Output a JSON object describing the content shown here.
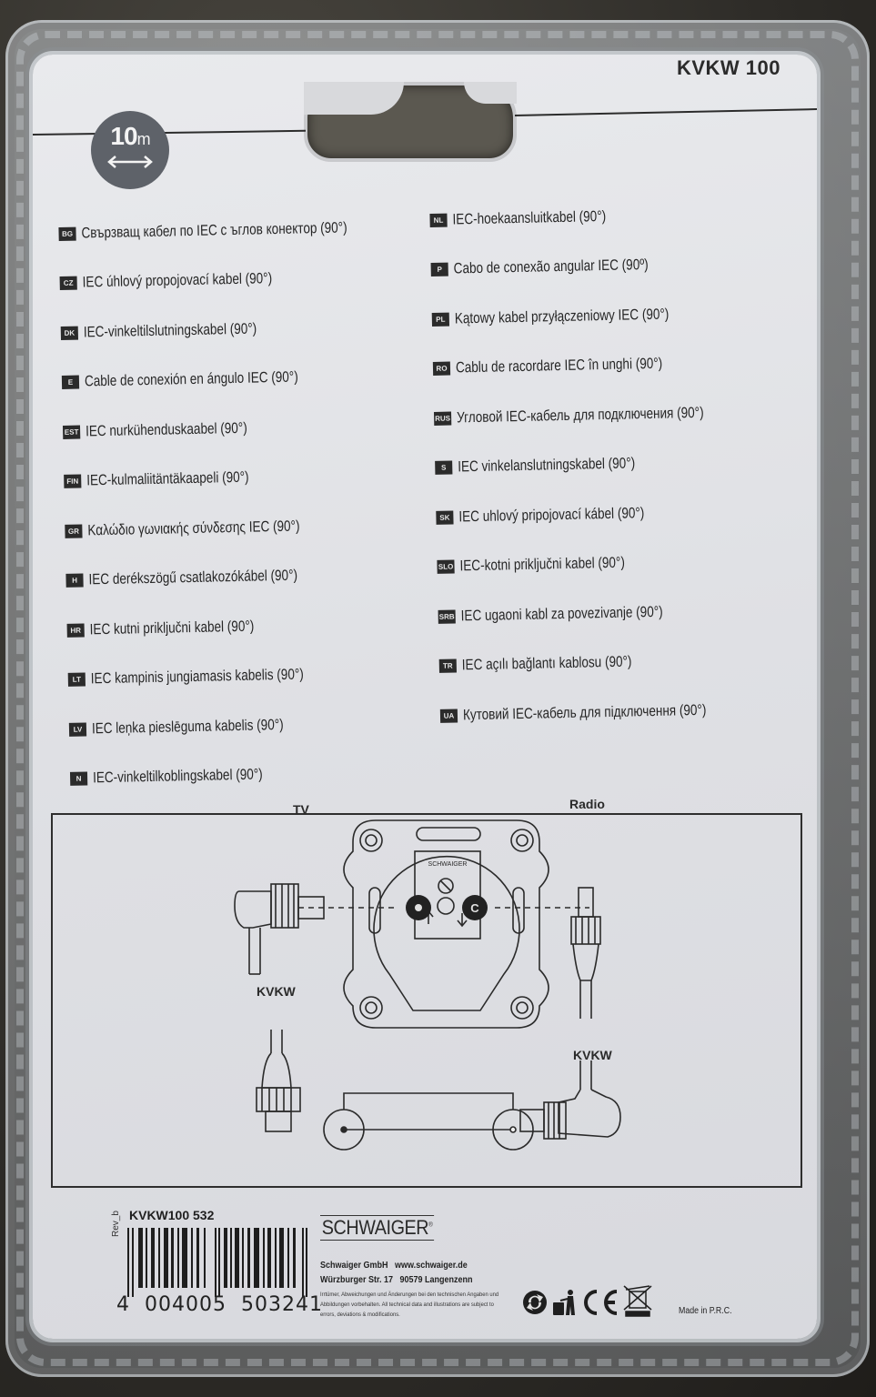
{
  "product": {
    "model": "KVKW 100",
    "length_badge": {
      "value": "10",
      "unit": "m",
      "icon": "double-arrow-icon"
    }
  },
  "languages_left": [
    {
      "code": "BG",
      "text": "Свързващ кабел по IEC с ъглов конектор (90°)"
    },
    {
      "code": "CZ",
      "text": "IEC úhlový propojovací kabel (90°)"
    },
    {
      "code": "DK",
      "text": "IEC-vinkeltilslutningskabel (90°)"
    },
    {
      "code": "E",
      "text": "Cable de conexión en ángulo IEC (90°)"
    },
    {
      "code": "EST",
      "text": "IEC nurkühenduskaabel (90°)"
    },
    {
      "code": "FIN",
      "text": "IEC-kulmaliitäntäkaapeli (90°)"
    },
    {
      "code": "GR",
      "text": "Καλώδιο γωνιακής σύνδεσης IEC (90°)"
    },
    {
      "code": "H",
      "text": "IEC derékszögű csatlakozókábel (90°)"
    },
    {
      "code": "HR",
      "text": "IEC kutni priključni kabel (90°)"
    },
    {
      "code": "LT",
      "text": "IEC kampinis jungiamasis kabelis (90°)"
    },
    {
      "code": "LV",
      "text": "IEC leņka pieslēguma kabelis (90°)"
    },
    {
      "code": "N",
      "text": "IEC-vinkeltilkoblingskabel (90°)"
    }
  ],
  "languages_right": [
    {
      "code": "NL",
      "text": "IEC-hoekaansluitkabel (90°)"
    },
    {
      "code": "P",
      "text": "Cabo de conexão angular IEC (90º)"
    },
    {
      "code": "PL",
      "text": "Kątowy kabel przyłączeniowy IEC (90°)"
    },
    {
      "code": "RO",
      "text": "Cablu de racordare IEC în unghi (90°)"
    },
    {
      "code": "RUS",
      "text": "Угловой IEC-кабель для подключения (90°)"
    },
    {
      "code": "S",
      "text": "IEC vinkelanslutningskabel (90°)"
    },
    {
      "code": "SK",
      "text": "IEC uhlový pripojovací kábel (90°)"
    },
    {
      "code": "SLO",
      "text": "IEC-kotni priključni kabel (90°)"
    },
    {
      "code": "SRB",
      "text": "IEC ugaoni kabl za povezivanje (90°)"
    },
    {
      "code": "TR",
      "text": "IEC açılı bağlantı kablosu (90°)"
    },
    {
      "code": "UA",
      "text": "Кутовий IEC-кабель для підключення (90°)"
    }
  ],
  "diagram": {
    "label_tv": "TV",
    "label_radio": "Radio",
    "label_kvkw_left": "KVKW",
    "label_kvkw_right": "KVKW",
    "socket_brand": "SCHWAIGER",
    "socket_port_right": "C"
  },
  "footer": {
    "article_code": "KVKW100 532",
    "revision": "Rev_b",
    "barcode_digits": "4  004005  503241",
    "brand": "SCHWAIGER",
    "company_line1": "Schwaiger GmbH   www.schwaiger.de",
    "company_line2": "Würzburger Str. 17   90579 Langenzenn",
    "disclaimer": "Irrtümer, Abweichungen und Änderungen bei den technischen Angaben und Abbildungen vorbehalten. All technical data and illustrations are subject to errors, deviations & modifications.",
    "symbols": [
      "green-dot-icon",
      "tidy-man-icon",
      "ce-mark-icon",
      "weee-bin-icon"
    ],
    "made_in": "Made in P.R.C."
  }
}
